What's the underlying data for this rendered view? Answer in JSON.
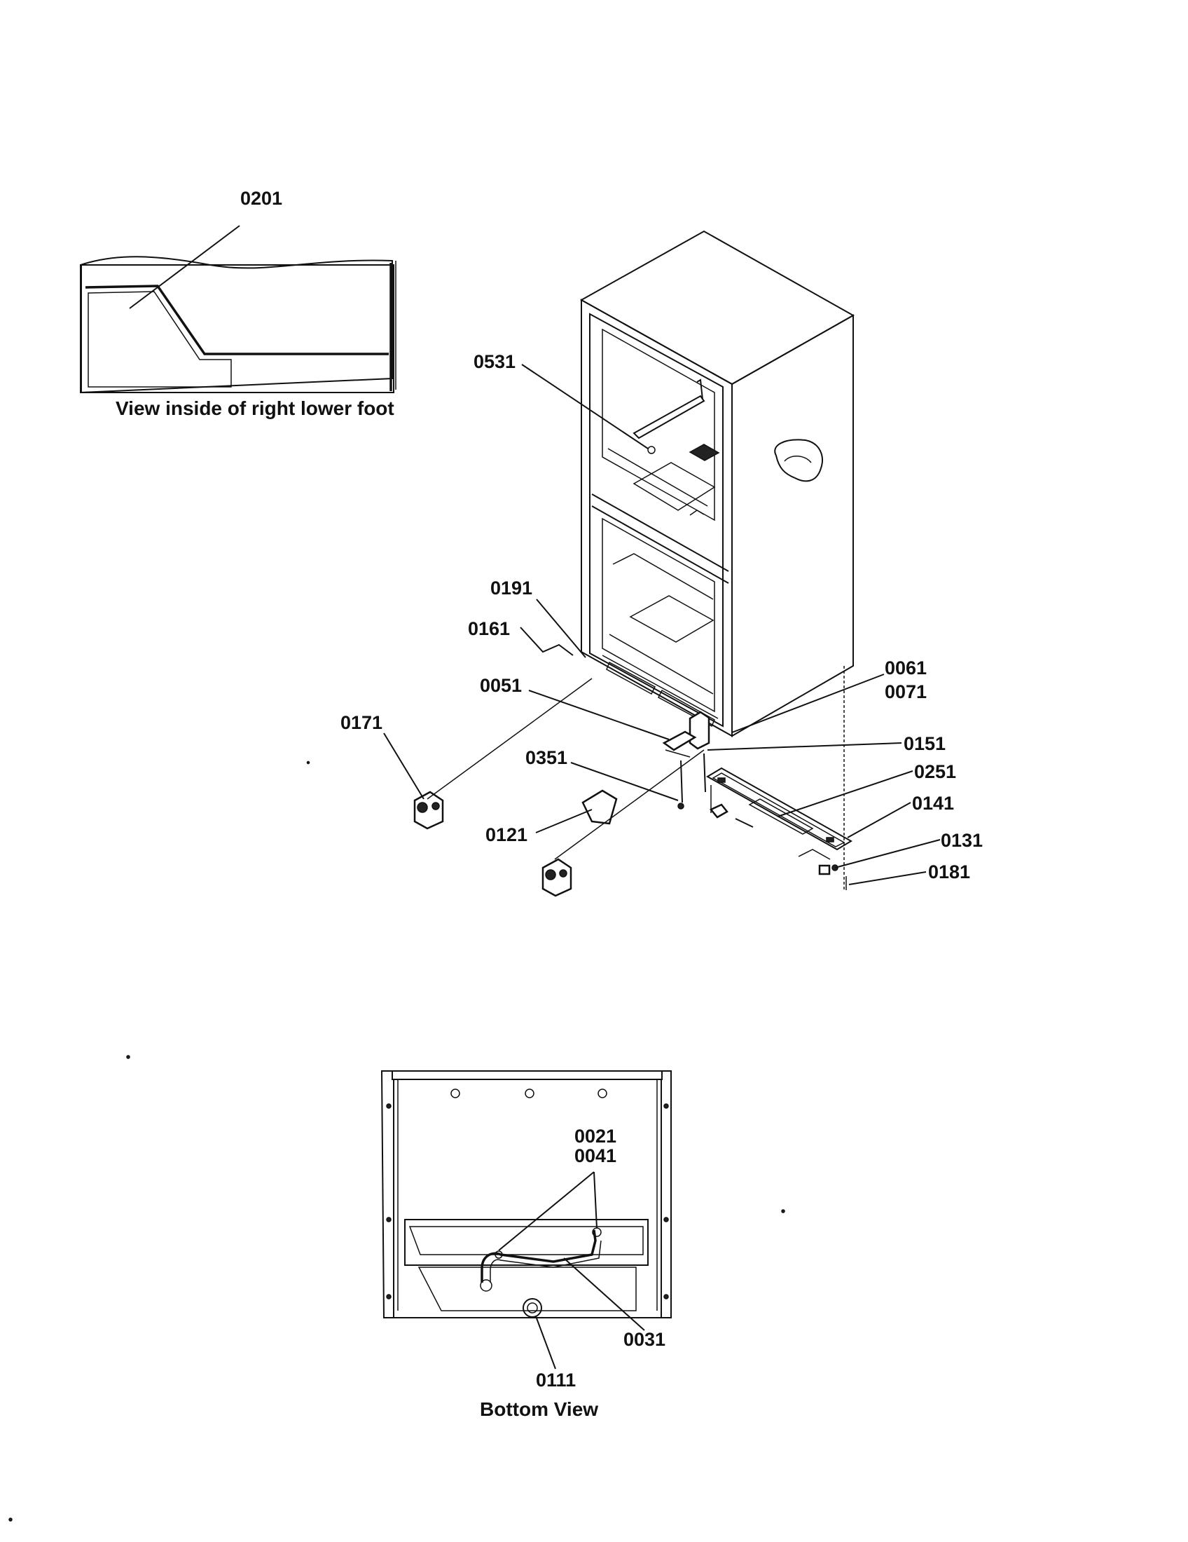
{
  "captions": {
    "inset": "View inside of right lower foot",
    "bottom": "Bottom View"
  },
  "labels": {
    "p0201": "0201",
    "p0531": "0531",
    "p0191": "0191",
    "p0161": "0161",
    "p0051": "0051",
    "p0061": "0061",
    "p0071": "0071",
    "p0171": "0171",
    "p0151": "0151",
    "p0351": "0351",
    "p0251": "0251",
    "p0141": "0141",
    "p0121": "0121",
    "p0131": "0131",
    "p0181": "0181",
    "p0021": "0021",
    "p0041": "0041",
    "p0031": "0031",
    "p0111": "0111"
  }
}
